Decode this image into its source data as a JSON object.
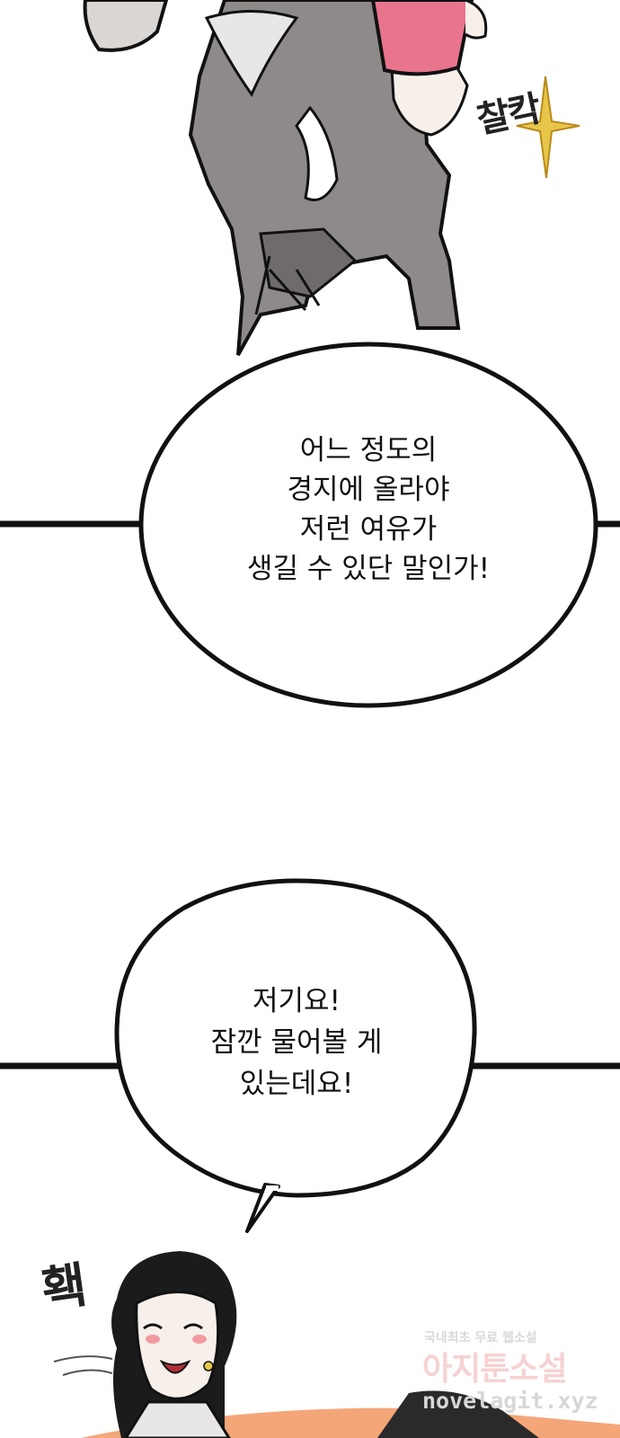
{
  "panels": {
    "top": {
      "sfx": "찰칵"
    },
    "bubble1": {
      "lines": [
        "어느 정도의",
        "경지에 올라야",
        "저런 여유가",
        "생길 수 있단 말인가!"
      ]
    },
    "bubble2": {
      "lines": [
        "저기요!",
        "잠깐 물어볼 게",
        "있는데요!"
      ]
    },
    "bottom": {
      "sfx": "홱"
    }
  },
  "watermark": {
    "line1": "국내최초 무료 웹소설",
    "line2": "아지툰소설",
    "line3": "novelagit.xyz"
  },
  "colors": {
    "apron": "#8e8a89",
    "drink": "#e8748e",
    "spark": "#e8c64a",
    "skin": "#f7efe9",
    "floor": "#f4a679"
  }
}
